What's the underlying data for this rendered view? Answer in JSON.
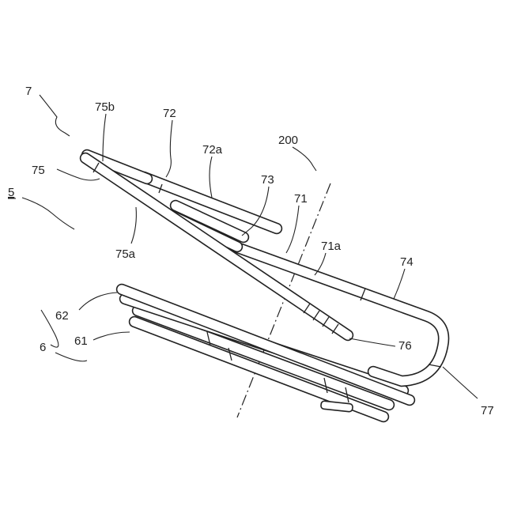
{
  "labels": {
    "l7": "7",
    "l75b": "75b",
    "l72": "72",
    "l72a": "72a",
    "l200": "200",
    "l75": "75",
    "l73": "73",
    "l5": "5",
    "l71": "71",
    "l75a": "75a",
    "l71a": "71a",
    "l74": "74",
    "l62": "62",
    "l6": "6",
    "l61": "61",
    "l76": "76",
    "l77": "77"
  }
}
